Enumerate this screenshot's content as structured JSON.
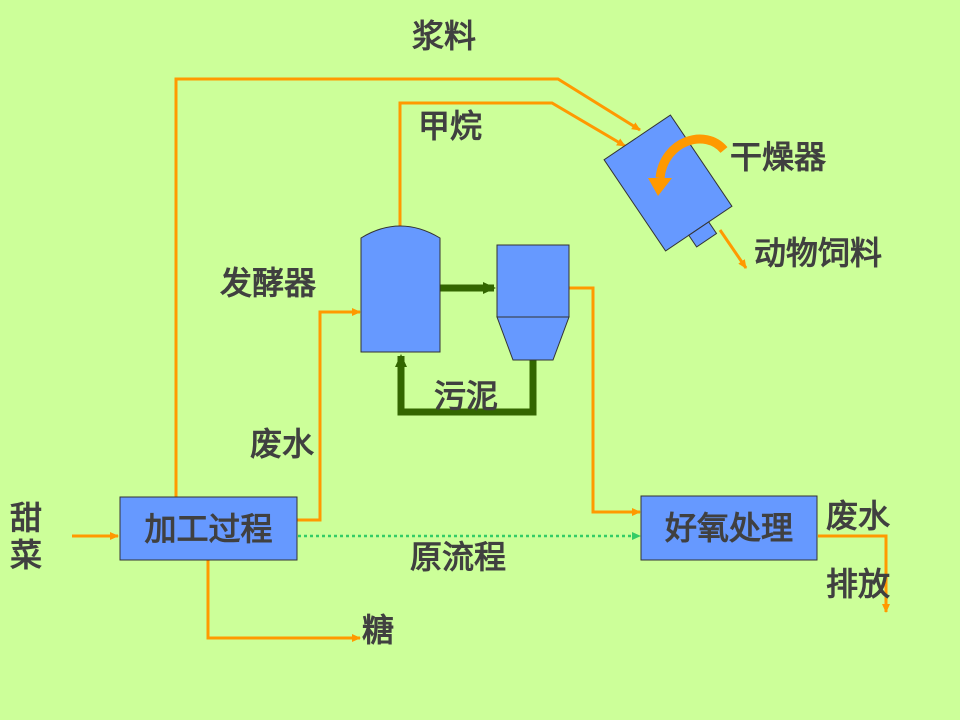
{
  "colors": {
    "background": "#ccff99",
    "box_fill": "#6699ff",
    "flow_arrow": "#ff9900",
    "sludge_arrow": "#336600",
    "dotted_flow": "#33cc66",
    "text": "#404040"
  },
  "labels": {
    "slurry": "浆料",
    "methane": "甲烷",
    "dryer": "干燥器",
    "animal_feed": "动物饲料",
    "fermenter": "发酵器",
    "sludge": "污泥",
    "wastewater_1": "废水",
    "beet": "甜\n菜",
    "sugar": "糖",
    "original_process": "原流程",
    "wastewater_2": "废水",
    "discharge": "排放"
  },
  "boxes": {
    "processing": "加工过程",
    "aerobic": "好氧处理"
  }
}
